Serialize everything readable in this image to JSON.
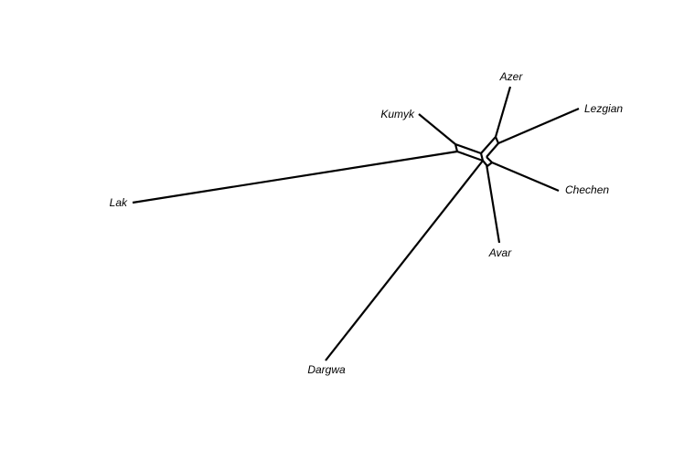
{
  "taxa": [
    {
      "id": "azer",
      "label": "Azer"
    },
    {
      "id": "lezgian",
      "label": "Lezgian"
    },
    {
      "id": "kumyk",
      "label": "Kumyk"
    },
    {
      "id": "lak",
      "label": "Lak"
    },
    {
      "id": "chechen",
      "label": "Chechen"
    },
    {
      "id": "avar",
      "label": "Avar"
    },
    {
      "id": "dargwa",
      "label": "Dargwa"
    }
  ]
}
